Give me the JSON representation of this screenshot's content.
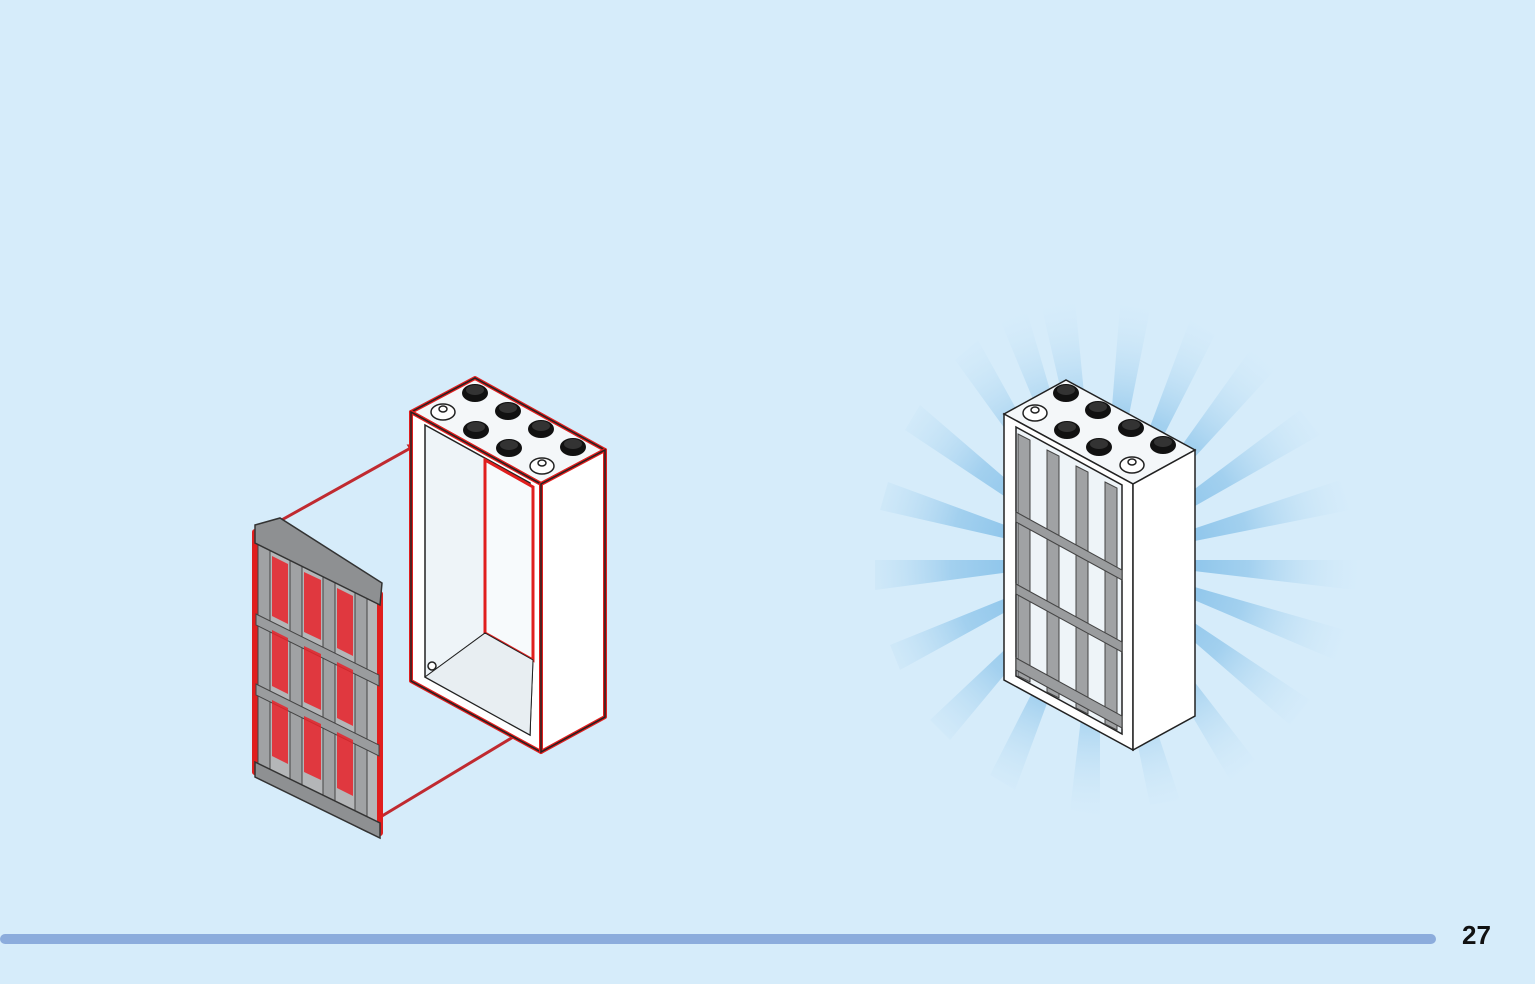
{
  "page": {
    "number": "27",
    "background": "#d6ecfa"
  },
  "progress": {
    "fraction": 0.935,
    "color": "#8cacdc"
  },
  "step": {
    "highlight_color": "#e01e1e",
    "arrow_color": "#c02a30",
    "parts": [
      {
        "name": "window-frame",
        "color": "#ffffff",
        "studs": 8
      },
      {
        "name": "window-bars",
        "color": "#a0a2a4",
        "panes": 9
      }
    ],
    "result_burst_color": "#8cc4ea"
  }
}
